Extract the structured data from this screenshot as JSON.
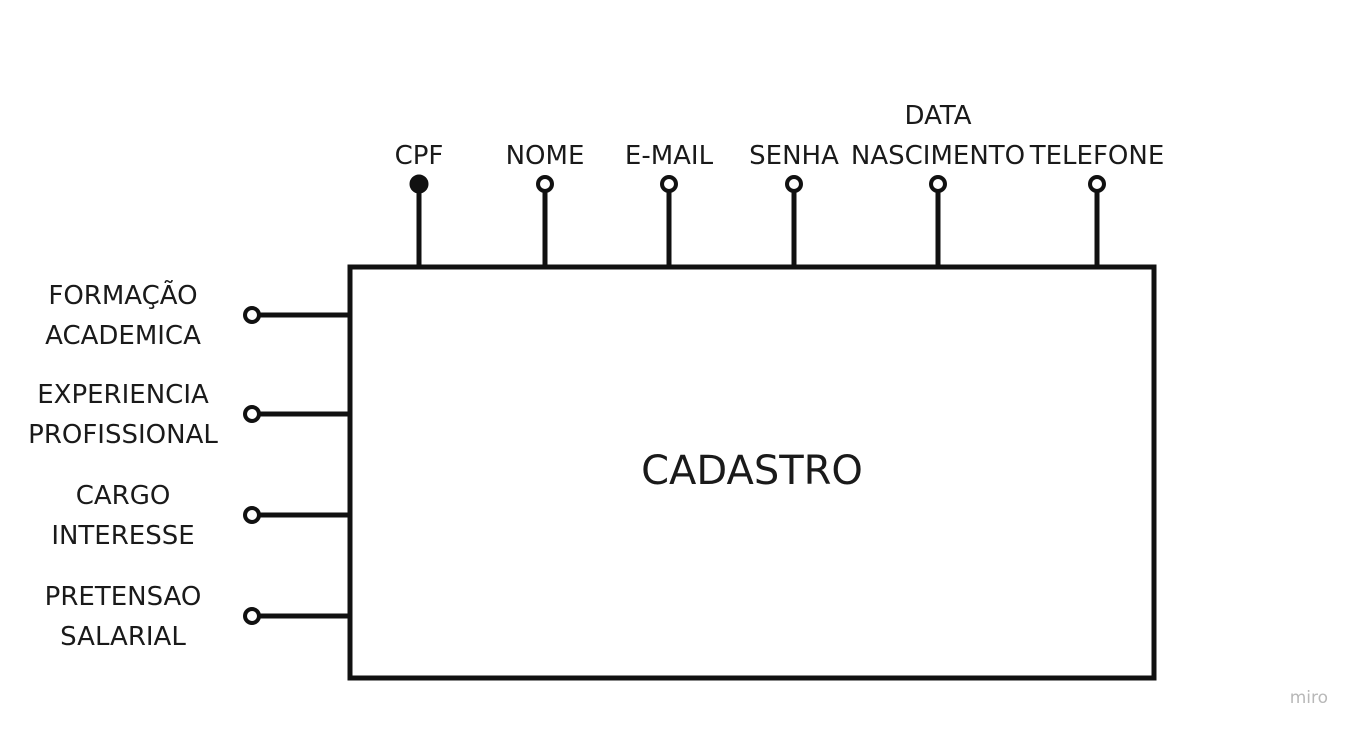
{
  "entity": {
    "name": "CADASTRO"
  },
  "top_attributes": [
    {
      "lines": [
        "CPF"
      ],
      "key": true
    },
    {
      "lines": [
        "NOME"
      ],
      "key": false
    },
    {
      "lines": [
        "E-MAIL"
      ],
      "key": false
    },
    {
      "lines": [
        "SENHA"
      ],
      "key": false
    },
    {
      "lines": [
        "DATA",
        "NASCIMENTO"
      ],
      "key": false
    },
    {
      "lines": [
        "TELEFONE"
      ],
      "key": false
    }
  ],
  "left_attributes": [
    {
      "lines": [
        "FORMAÇÃO",
        "ACADEMICA"
      ],
      "key": false
    },
    {
      "lines": [
        "EXPERIENCIA",
        "PROFISSIONAL"
      ],
      "key": false
    },
    {
      "lines": [
        "CARGO",
        "INTERESSE"
      ],
      "key": false
    },
    {
      "lines": [
        "PRETENSAO",
        "SALARIAL"
      ],
      "key": false
    }
  ],
  "watermark": "miro",
  "colors": {
    "stroke": "#111111",
    "text": "#1a1a1a",
    "watermark": "#b8b8b8",
    "background": "#ffffff"
  }
}
